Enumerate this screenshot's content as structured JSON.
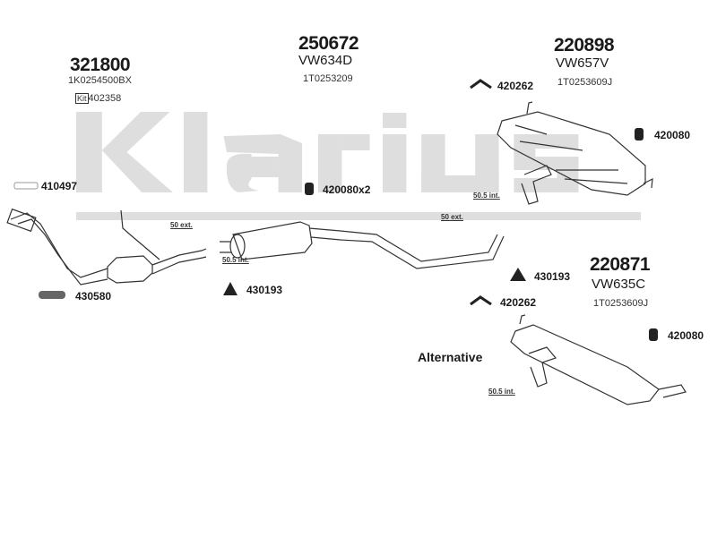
{
  "watermark": {
    "logo_text": "Klarius",
    "color": "#d9d9d9"
  },
  "parts": {
    "front_pipe": {
      "number": "321800",
      "oe": "1K0254500BX",
      "kit_label": "Kit",
      "kit_number": "402358"
    },
    "middle_silencer": {
      "number": "250672",
      "ref": "VW634D",
      "oe": "1T0253209"
    },
    "rear_silencer": {
      "number": "220898",
      "ref": "VW657V",
      "oe": "1T0253609J"
    },
    "alt_rear_silencer": {
      "number": "220871",
      "ref": "VW635C",
      "oe": "1T0253609J"
    }
  },
  "accessories": {
    "a410497": "410497",
    "a430580": "430580",
    "a430193_mid": "430193",
    "a420080x2": "420080x2",
    "a420262_top": "420262",
    "a420080_top": "420080",
    "a430193_right": "430193",
    "a420262_alt": "420262",
    "a420080_alt": "420080"
  },
  "dimensions": {
    "d_front_ext": "50 ext.",
    "d_mid_int": "50.5 int.",
    "d_mid_ext": "50 ext.",
    "d_rear_int": "50.5 int.",
    "d_alt_int": "50.5 int."
  },
  "alternative_label": "Alternative"
}
